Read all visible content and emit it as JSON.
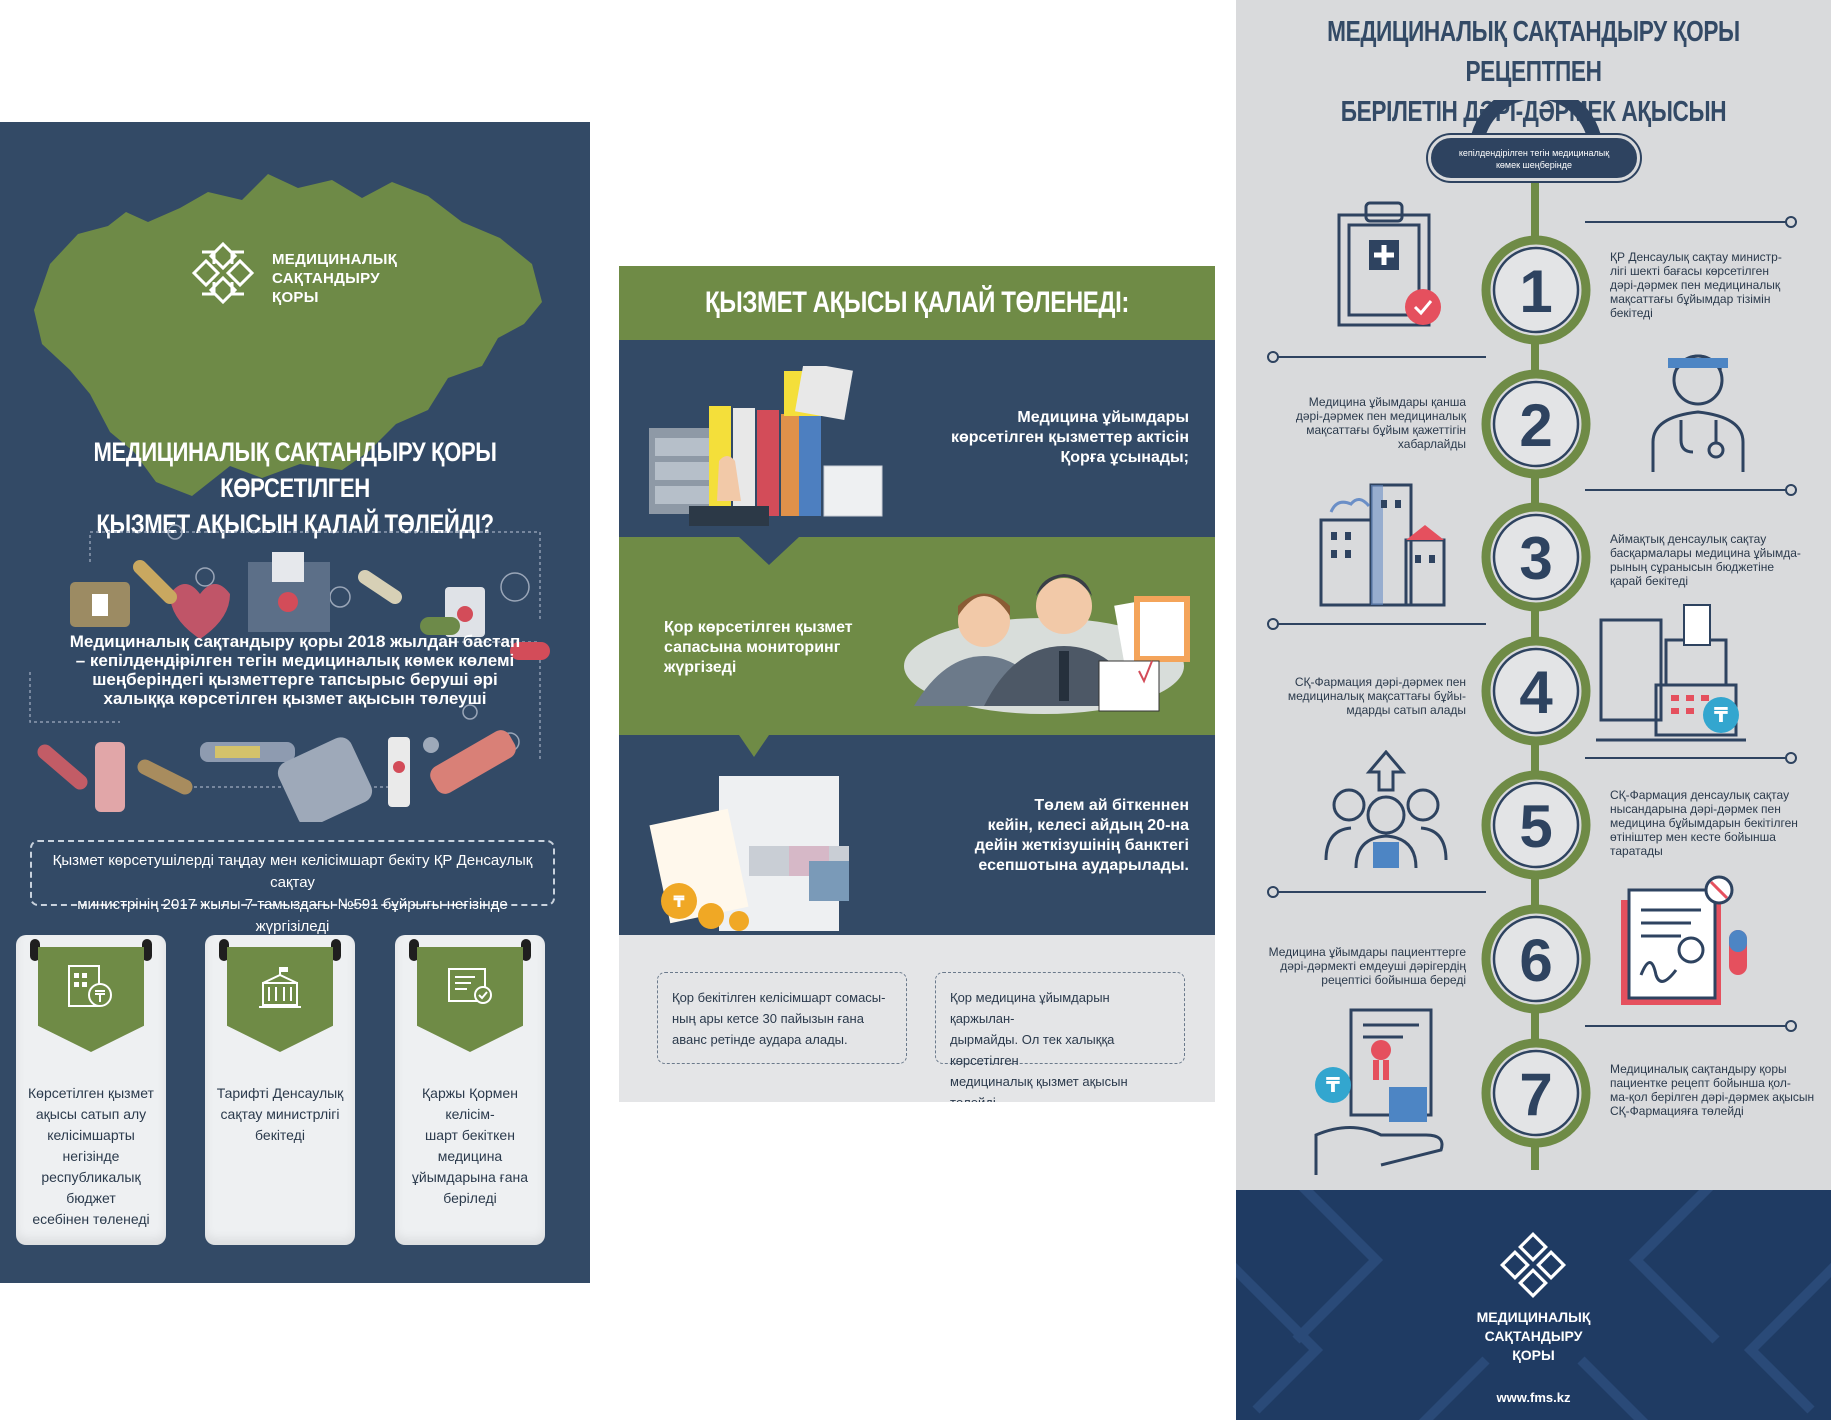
{
  "left": {
    "logo_lines": [
      "МЕДИЦИНАЛЫҚ",
      "САҚТАНДЫРУ",
      "ҚОРЫ"
    ],
    "title_lines": [
      "МЕДИЦИНАЛЫҚ САҚТАНДЫРУ ҚОРЫ КӨРСЕТІЛГЕН",
      "ҚЫЗМЕТ АҚЫСЫН ҚАЛАЙ ТӨЛЕЙДІ?"
    ],
    "body_lines": [
      "Медициналық сақтандыру қоры 2018 жылдан бастап",
      "– кепілдендірілген тегін медициналық көмек көлемі",
      "шеңберіндегі қызметтерге тапсырыс беруші әрі",
      "халыққа көрсетілген қызмет ақысын төлеуші"
    ],
    "note_lines": [
      "Қызмет көрсетушілерді таңдау мен келісімшарт бекіту ҚР Денсаулық сақтау",
      "министрінің 2017 жылы 7 тамыздағы №591 бұйрығы негізінде жүргізіледі"
    ],
    "cards": [
      {
        "icon": "calculator-tenge-icon",
        "lines": [
          "Көрсетілген қызмет",
          "ақысы сатып алу",
          "келісімшарты негізінде",
          "республикалық бюджет",
          "есебінен төленеді"
        ]
      },
      {
        "icon": "government-building-icon",
        "lines": [
          "Тарифті Денсаулық",
          "сақтау министрлігі",
          "бекітеді"
        ]
      },
      {
        "icon": "certificate-icon",
        "lines": [
          "Қаржы Қормен келісім-",
          "шарт бекіткен медицина",
          "ұйымдарына ғана",
          "беріледі"
        ]
      }
    ]
  },
  "middle": {
    "title": "ҚЫЗМЕТ АҚЫСЫ ҚАЛАЙ ТӨЛЕНЕДІ:",
    "step1_lines": [
      "Медицина ұйымдары",
      "көрсетілген қызметтер актісін",
      "Қорға ұсынады;"
    ],
    "step2_lines": [
      "Қор көрсетілген қызмет",
      "сапасына мониторинг",
      "жүргізеді"
    ],
    "step3_lines": [
      "Төлем ай біткеннен",
      "кейін, келесі айдың 20-на",
      "дейін жеткізушінің банктегі",
      "есепшотына аударылады."
    ],
    "box1_lines": [
      "Қор бекітілген келісімшарт сомасы-",
      "ның ары кетсе 30 пайызын ғана",
      "аванс ретінде аудара алады."
    ],
    "box2_lines": [
      "Қор медицина ұйымдарын қаржылан-",
      "дырмайды. Ол тек халыққа көрсетілген",
      "медициналық қызмет ақысын төлейді."
    ]
  },
  "right": {
    "title_lines": [
      "МЕДИЦИНАЛЫҚ САҚТАНДЫРУ ҚОРЫ РЕЦЕПТПЕН",
      "БЕРІЛЕТІН ДӘРІ-ДӘРМЕК АҚЫСЫН ҚАЛАЙ ТӨЛЕЙДІ?"
    ],
    "pill_lines": [
      "кепілдендірілген тегін медициналық",
      "көмек шеңберінде"
    ],
    "steps": [
      {
        "num": "1",
        "icon": "clipboard-medical-icon",
        "lines": [
          "ҚР Денсаулық сақтау министр-",
          "лігі шекті бағасы көрсетілген",
          "дәрі-дәрмек пен медициналық",
          "мақсаттағы бұйымдар тізімін",
          "бекітеді"
        ]
      },
      {
        "num": "2",
        "icon": "doctor-icon",
        "lines": [
          "Медицина ұйымдары қанша",
          "дәрі-дәрмек пен медициналық",
          "мақсаттағы бұйым қажеттігін",
          "хабарлайды"
        ]
      },
      {
        "num": "3",
        "icon": "city-buildings-icon",
        "lines": [
          "Аймақтық денсаулық сақтау",
          "басқармалары медицина ұйымда-",
          "рының сұранысын бюджетіне",
          "қарай бекітеді"
        ]
      },
      {
        "num": "4",
        "icon": "cash-register-icon",
        "lines": [
          "СҚ-Фармация дәрі-дәрмек пен",
          "медициналық мақсаттағы бұйы-",
          "мдарды сатып алады"
        ]
      },
      {
        "num": "5",
        "icon": "people-distribution-icon",
        "lines": [
          "СҚ-Фармация денсаулық сақтау",
          "нысандарына дәрі-дәрмек пен",
          "медицина бұйымдарын бекітілген",
          "өтініштер мен кесте бойынша",
          "таратады"
        ]
      },
      {
        "num": "6",
        "icon": "prescription-icon",
        "lines": [
          "Медицина ұйымдары пациенттерге",
          "дәрі-дәрмекті емдеушi дәрігердің",
          "рецептісі бойынша береді"
        ]
      },
      {
        "num": "7",
        "icon": "payment-hand-icon",
        "lines": [
          "Медициналық сақтандыру қоры",
          "пациентке рецепт бойынша қол-",
          "ма-қол берілген дәрі-дәрмек ақысын",
          "СҚ-Фармацияға төлейді"
        ]
      }
    ],
    "footer_logo_lines": [
      "МЕДИЦИНАЛЫҚ",
      "САҚТАНДЫРУ",
      "ҚОРЫ"
    ],
    "footer_url": "www.fms.kz"
  },
  "colors": {
    "navy": "#334a66",
    "green": "#6f8b46",
    "gray": "#d9dadc",
    "dark_navy": "#1f3b63"
  }
}
